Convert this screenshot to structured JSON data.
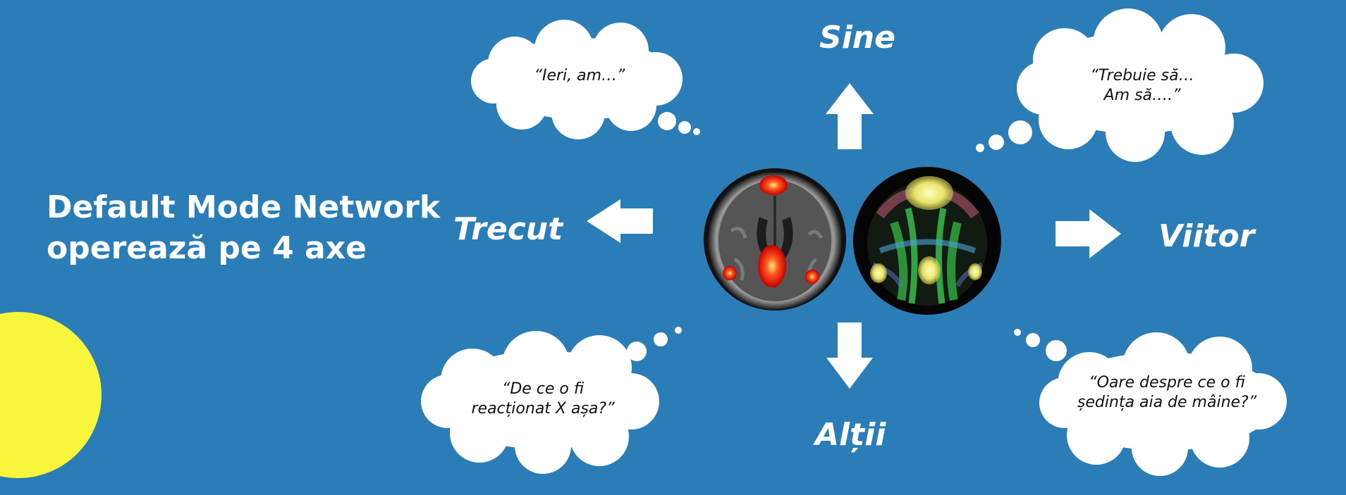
{
  "title": {
    "line1": "Default Mode Network",
    "line2": "operează pe 4 axe"
  },
  "axes": {
    "up": "Sine",
    "left": "Trecut",
    "right": "Viitor",
    "down": "Alții"
  },
  "bubbles": {
    "top_left": {
      "lines": [
        "“Ieri, am…”"
      ]
    },
    "top_right": {
      "lines": [
        "“Trebuie să…",
        "Am să….”"
      ]
    },
    "bottom_left": {
      "lines": [
        "“De ce o fi",
        "reacționat X așa?”"
      ]
    },
    "bottom_right": {
      "lines": [
        "“Oare despre ce o fi",
        "ședința aia de mâine?”"
      ]
    }
  },
  "colors": {
    "background": "#2a7db6",
    "sun": "#f8f63b",
    "text": "#ffffff",
    "bubble": "#ffffff"
  }
}
